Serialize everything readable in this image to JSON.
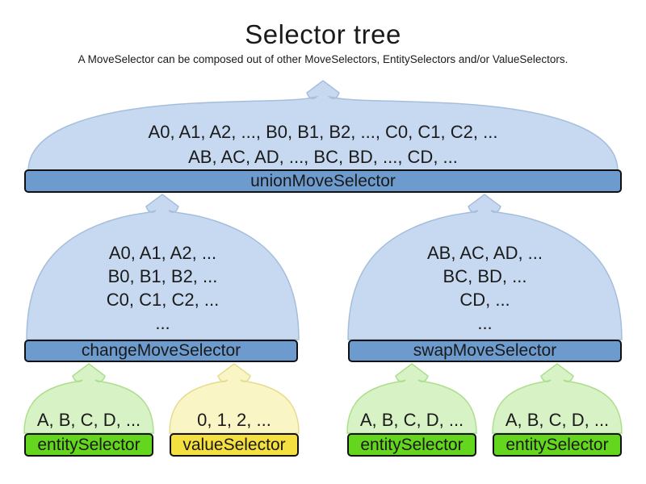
{
  "title": "Selector tree",
  "subtitle": "A MoveSelector can be composed out of other MoveSelectors, EntitySelectors and/or ValueSelectors.",
  "colors": {
    "funnel_blue_fill": "#C6D9F0",
    "funnel_blue_stroke": "#A6BEDC",
    "bar_blue": "#6E9BCE",
    "funnel_green_fill": "#D7F2C5",
    "funnel_green_stroke": "#ABDE8D",
    "bar_green": "#65D61E",
    "funnel_yellow_fill": "#FAF5C4",
    "funnel_yellow_stroke": "#E5DB8F",
    "bar_yellow": "#F5E042",
    "bar_border": "#111111",
    "text": "#1a1a1a"
  },
  "selectors": {
    "union": {
      "label": "unionMoveSelector",
      "line1": "A0, A1, A2, ..., B0, B1, B2, ..., C0, C1, C2, ...",
      "line2": "AB, AC, AD, ..., BC, BD, ..., CD, ..."
    },
    "change": {
      "label": "changeMoveSelector",
      "line1": "A0, A1, A2, ...",
      "line2": "B0, B1, B2, ...",
      "line3": "C0, C1, C2, ...",
      "line4": "..."
    },
    "swap": {
      "label": "swapMoveSelector",
      "line1": "AB, AC, AD, ...",
      "line2": "BC, BD, ...",
      "line3": "CD, ...",
      "line4": "..."
    },
    "entity_left": {
      "label": "entitySelector",
      "items": "A, B, C, D, ..."
    },
    "value_left": {
      "label": "valueSelector",
      "items": "0, 1, 2, ..."
    },
    "entity_mid": {
      "label": "entitySelector",
      "items": "A, B, C, D, ..."
    },
    "entity_right": {
      "label": "entitySelector",
      "items": "A, B, C, D, ..."
    }
  }
}
